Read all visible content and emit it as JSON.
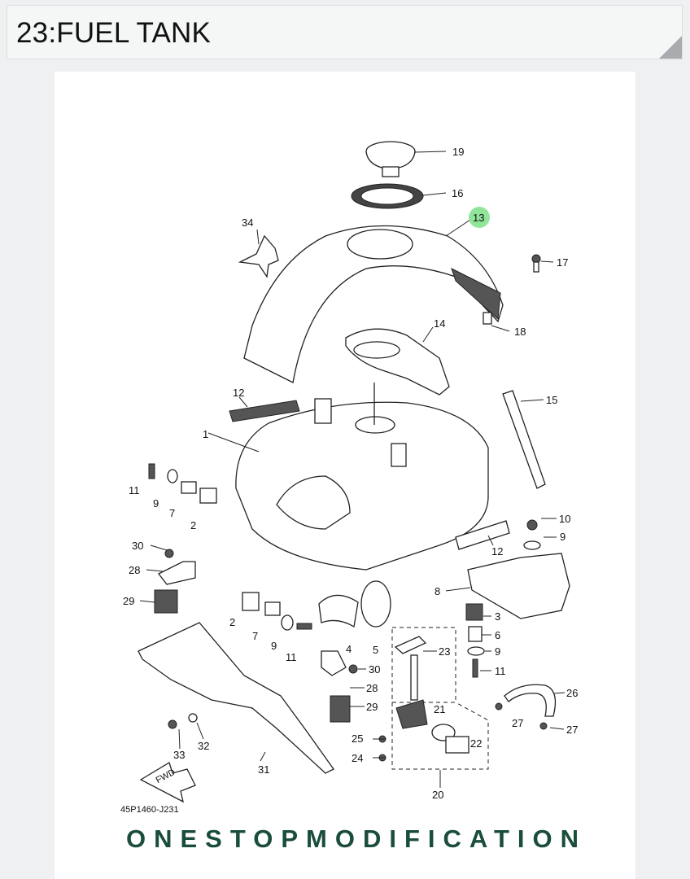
{
  "header": {
    "title": "23:FUEL TANK"
  },
  "diagram": {
    "callouts": [
      "19",
      "16",
      "13",
      "34",
      "17",
      "14",
      "18",
      "12",
      "15",
      "1",
      "11",
      "9",
      "7",
      "2",
      "10",
      "9",
      "12",
      "8",
      "3",
      "6",
      "9",
      "11",
      "30",
      "28",
      "29",
      "2",
      "7",
      "9",
      "11",
      "4",
      "5",
      "23",
      "30",
      "28",
      "29",
      "26",
      "21",
      "27",
      "27",
      "25",
      "22",
      "24",
      "33",
      "32",
      "31",
      "20"
    ],
    "highlighted_callout": "13",
    "drawing_code": "45P1460-J231",
    "direction_arrow": "FWD"
  },
  "watermark": "ONESTOPMODIFICATION",
  "colors": {
    "highlight": "#7ee08a",
    "watermark": "#1a4d3a",
    "corner": "#a9acae"
  }
}
